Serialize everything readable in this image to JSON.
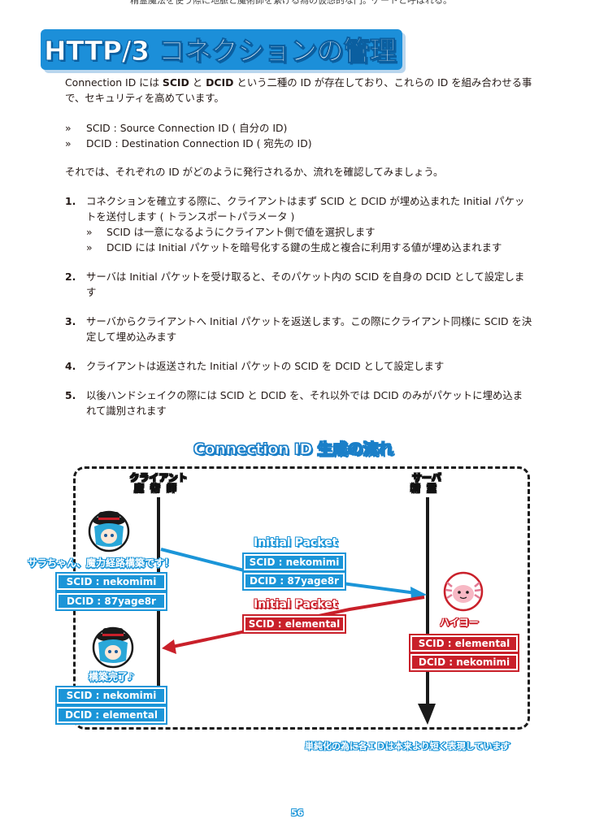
{
  "top_note": "精霊魔法を使う際に地脈と魔術師を繋げる為の仮想的な門。ゲートと呼ばれる。",
  "heading": "HTTP/3 コネクションの管理",
  "intro": {
    "p1_a": "Connection ID には ",
    "scid": "SCID",
    "p1_b": " と ",
    "dcid": "DCID",
    "p1_c": " という二種の ID が存在しており、これらの ID を組み合わせる事で、セキュリティを高めています。"
  },
  "bullets": [
    {
      "marker": "»",
      "text": "SCID : Source Connection ID ( 自分の ID)"
    },
    {
      "marker": "»",
      "text": "DCID : Destination Connection ID ( 宛先の ID)"
    }
  ],
  "lead": "それでは、それぞれの ID がどのように発行されるか、流れを確認してみましょう。",
  "steps": [
    {
      "num": "1.",
      "text": "コネクションを確立する際に、クライアントはまず SCID と DCID が埋め込まれた Initial パケットを送付します ( トランスポートパラメータ )",
      "subs": [
        {
          "marker": "»",
          "text": "SCID は一意になるようにクライアント側で値を選択します"
        },
        {
          "marker": "»",
          "text": "DCID には Initial パケットを暗号化する鍵の生成と複合に利用する値が埋め込まれます"
        }
      ]
    },
    {
      "num": "2.",
      "text": "サーバは Initial パケットを受け取ると、そのパケット内の SCID を自身の DCID として設定します"
    },
    {
      "num": "3.",
      "text": "サーバからクライアントへ Initial パケットを返送します。この際にクライアント同様に SCID を決定して埋め込みます"
    },
    {
      "num": "4.",
      "text": "クライアントは返送された Initial パケットの SCID を DCID として設定します"
    },
    {
      "num": "5.",
      "text": "以後ハンドシェイクの際には SCID と DCID を、それ以外では DCID のみがパケットに埋め込まれて識別されます"
    }
  ],
  "diagram": {
    "title": "Connection ID 生成の流れ",
    "client_role_1": "クライアント",
    "client_role_2": "魔術師",
    "server_role_1": "サーバ",
    "server_role_2": "精霊",
    "client_speech_1": "サラちゃん、魔力経路構築です！",
    "client_speech_2": "構築完了♪",
    "server_speech": "ハイヨー",
    "packet1_label": "Initial Packet",
    "packet1_scid": "SCID : nekomimi",
    "packet1_dcid": "DCID : 87yage8r",
    "packet2_label": "Initial Packet",
    "packet2_scid": "SCID : elemental",
    "client_state1_scid": "SCID : nekomimi",
    "client_state1_dcid": "DCID : 87yage8r",
    "server_state_scid": "SCID : elemental",
    "server_state_dcid": "DCID : nekomimi",
    "client_state2_scid": "SCID : nekomimi",
    "client_state2_dcid": "DCID : elemental",
    "footnote": "単純化の為に各ＩＤは本来より短く表現しています",
    "colors": {
      "blue": "#1b95d8",
      "red": "#c9202a",
      "ink": "#1a1a1a"
    }
  },
  "page_number": "56"
}
